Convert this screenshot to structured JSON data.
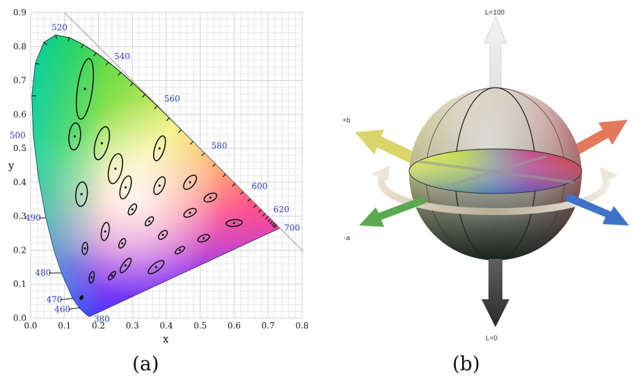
{
  "panel_a": {
    "caption": "(a)",
    "xlabel": "x",
    "ylabel": "y",
    "xticks": [
      "0.0",
      "0.1",
      "0.2",
      "0.3",
      "0.4",
      "0.5",
      "0.6",
      "0.7",
      "0.8"
    ],
    "yticks": [
      "0.0",
      "0.1",
      "0.2",
      "0.3",
      "0.4",
      "0.5",
      "0.6",
      "0.7",
      "0.8",
      "0.9"
    ],
    "wavelengths": [
      {
        "label": "520",
        "x": 0.07,
        "y": 0.835
      },
      {
        "label": "540",
        "x": 0.23,
        "y": 0.754
      },
      {
        "label": "560",
        "x": 0.373,
        "y": 0.625
      },
      {
        "label": "580",
        "x": 0.512,
        "y": 0.487
      },
      {
        "label": "600",
        "x": 0.627,
        "y": 0.372
      },
      {
        "label": "620",
        "x": 0.691,
        "y": 0.308
      },
      {
        "label": "700",
        "x": 0.735,
        "y": 0.265
      },
      {
        "label": "500",
        "x": 0.008,
        "y": 0.538
      },
      {
        "label": "490",
        "x": 0.045,
        "y": 0.295
      },
      {
        "label": "480",
        "x": 0.091,
        "y": 0.133
      },
      {
        "label": "470",
        "x": 0.124,
        "y": 0.058
      },
      {
        "label": "460",
        "x": 0.144,
        "y": 0.03
      },
      {
        "label": "380",
        "x": 0.174,
        "y": 0.005
      }
    ],
    "macadam_ellipses": [
      {
        "x": 0.16,
        "y": 0.675,
        "a": 0.09,
        "b": 0.022,
        "angle": 82
      },
      {
        "x": 0.13,
        "y": 0.535,
        "a": 0.04,
        "b": 0.017,
        "angle": 85
      },
      {
        "x": 0.21,
        "y": 0.515,
        "a": 0.05,
        "b": 0.019,
        "angle": 75
      },
      {
        "x": 0.25,
        "y": 0.44,
        "a": 0.045,
        "b": 0.019,
        "angle": 77
      },
      {
        "x": 0.38,
        "y": 0.5,
        "a": 0.038,
        "b": 0.014,
        "angle": 73
      },
      {
        "x": 0.15,
        "y": 0.365,
        "a": 0.036,
        "b": 0.017,
        "angle": 85
      },
      {
        "x": 0.28,
        "y": 0.385,
        "a": 0.035,
        "b": 0.014,
        "angle": 73
      },
      {
        "x": 0.38,
        "y": 0.39,
        "a": 0.028,
        "b": 0.013,
        "angle": 65
      },
      {
        "x": 0.47,
        "y": 0.4,
        "a": 0.025,
        "b": 0.013,
        "angle": 50
      },
      {
        "x": 0.53,
        "y": 0.355,
        "a": 0.02,
        "b": 0.011,
        "angle": 25
      },
      {
        "x": 0.3,
        "y": 0.32,
        "a": 0.018,
        "b": 0.009,
        "angle": 58
      },
      {
        "x": 0.35,
        "y": 0.285,
        "a": 0.016,
        "b": 0.008,
        "angle": 48
      },
      {
        "x": 0.47,
        "y": 0.31,
        "a": 0.02,
        "b": 0.01,
        "angle": 28
      },
      {
        "x": 0.6,
        "y": 0.28,
        "a": 0.024,
        "b": 0.01,
        "angle": 5
      },
      {
        "x": 0.22,
        "y": 0.255,
        "a": 0.027,
        "b": 0.011,
        "angle": 80
      },
      {
        "x": 0.27,
        "y": 0.22,
        "a": 0.015,
        "b": 0.008,
        "angle": 62
      },
      {
        "x": 0.39,
        "y": 0.245,
        "a": 0.016,
        "b": 0.009,
        "angle": 45
      },
      {
        "x": 0.51,
        "y": 0.235,
        "a": 0.018,
        "b": 0.009,
        "angle": 22
      },
      {
        "x": 0.16,
        "y": 0.205,
        "a": 0.018,
        "b": 0.008,
        "angle": 85
      },
      {
        "x": 0.44,
        "y": 0.2,
        "a": 0.016,
        "b": 0.007,
        "angle": 35
      },
      {
        "x": 0.28,
        "y": 0.155,
        "a": 0.025,
        "b": 0.009,
        "angle": 55
      },
      {
        "x": 0.37,
        "y": 0.15,
        "a": 0.028,
        "b": 0.011,
        "angle": 38
      },
      {
        "x": 0.18,
        "y": 0.12,
        "a": 0.017,
        "b": 0.007,
        "angle": 80
      },
      {
        "x": 0.24,
        "y": 0.125,
        "a": 0.015,
        "b": 0.006,
        "angle": 50
      },
      {
        "x": 0.15,
        "y": 0.06,
        "a": 0.006,
        "b": 0.004,
        "angle": 60
      }
    ]
  },
  "panel_b": {
    "caption": "(b)",
    "l_top": "L=100",
    "l_bottom": "L=0",
    "plus_b": "+b",
    "minus_a": "-a"
  }
}
